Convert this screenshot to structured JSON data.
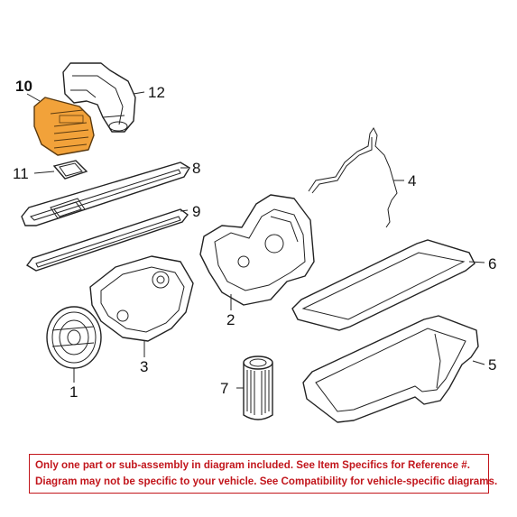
{
  "callouts": {
    "c1": "1",
    "c2": "2",
    "c3": "3",
    "c4": "4",
    "c5": "5",
    "c6": "6",
    "c7": "7",
    "c8": "8",
    "c9": "9",
    "c10": "10",
    "c11": "11",
    "c12": "12"
  },
  "highlight": {
    "part": "10",
    "color": "#f2a23a"
  },
  "disclaimer": {
    "line1": "Only one part or sub-assembly in diagram included. See Item Specifics for Reference #.",
    "line2": "Diagram may not be specific to your vehicle. See Compatibility for vehicle-specific diagrams.",
    "color": "#c2161c"
  }
}
